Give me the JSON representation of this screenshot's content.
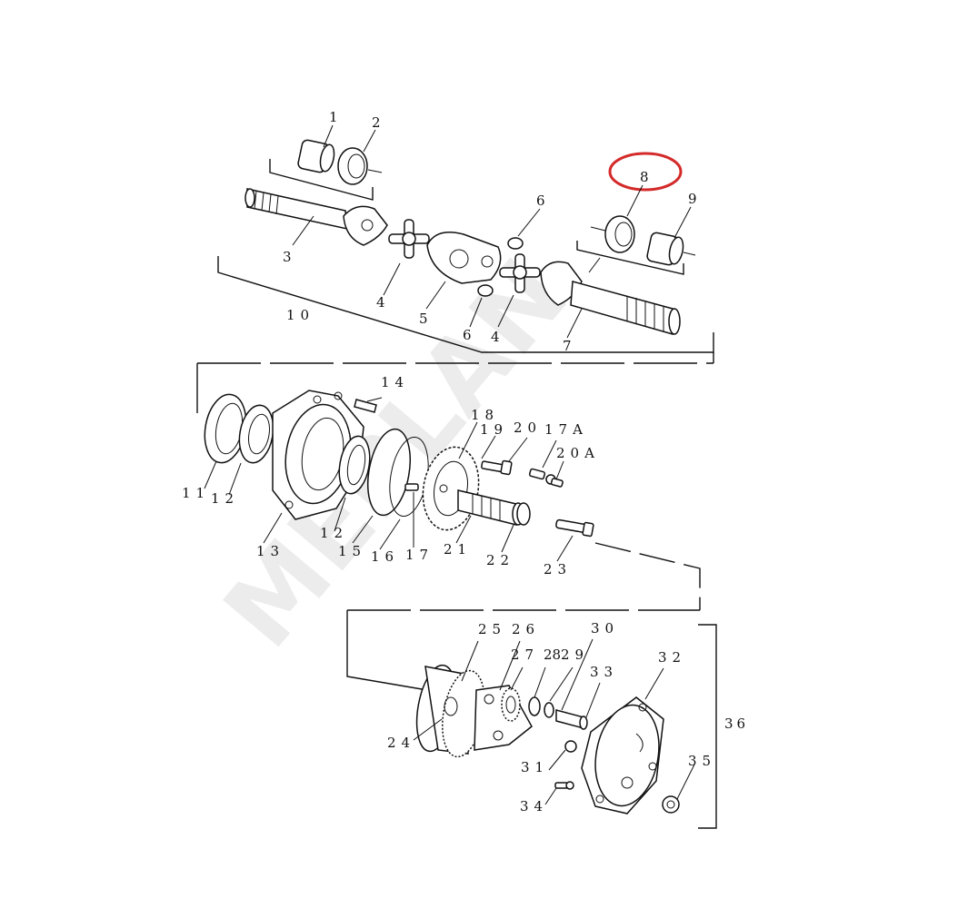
{
  "watermark": "MEPLAN",
  "highlight": {
    "target": "8",
    "color": "#d42a2a"
  },
  "labels": {
    "p1": "1",
    "p2": "2",
    "p3": "3",
    "p4a": "4",
    "p4b": "4",
    "p5": "5",
    "p6a": "6",
    "p6b": "6",
    "p7": "7",
    "p8": "8",
    "p9": "9",
    "p10": "10",
    "p11": "11",
    "p12a": "12",
    "p12b": "12",
    "p13": "13",
    "p14": "14",
    "p15": "15",
    "p16": "16",
    "p17": "17",
    "p17a": "17A",
    "p18": "18",
    "p19": "19",
    "p20": "20",
    "p20a": "20A",
    "p21": "21",
    "p22": "22",
    "p23": "23",
    "p24": "24",
    "p25": "25",
    "p26": "26",
    "p27": "27",
    "p28": "28",
    "p29": "29",
    "p30": "30",
    "p31": "31",
    "p32": "32",
    "p33": "33",
    "p34": "34",
    "p35": "35",
    "p36": "36"
  }
}
